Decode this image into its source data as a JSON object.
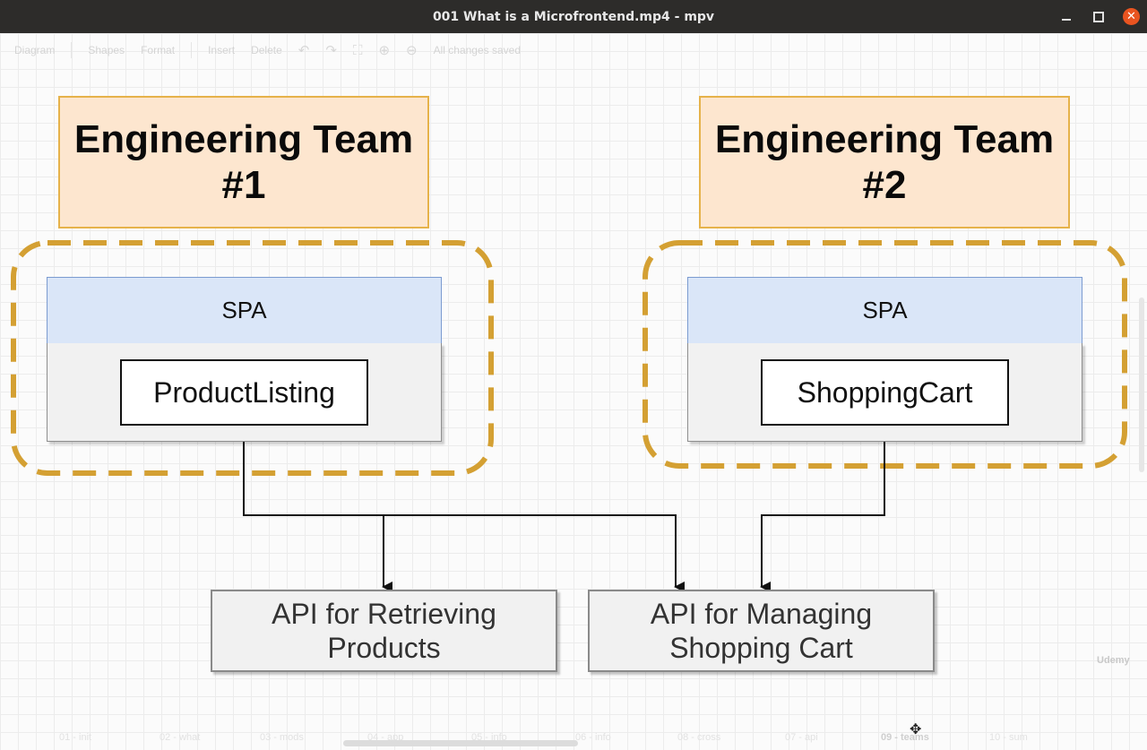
{
  "window": {
    "title": "001 What is a Microfrontend.mp4 - mpv"
  },
  "editor_toolbar": {
    "items": [
      "Diagram",
      "Shapes",
      "Format",
      "Insert",
      "Delete"
    ],
    "status": "All changes saved"
  },
  "diagram": {
    "team1": {
      "title": "Engineering Team\n#1"
    },
    "team2": {
      "title": "Engineering Team\n#2"
    },
    "spa1": {
      "label": "SPA",
      "component": "ProductListing"
    },
    "spa2": {
      "label": "SPA",
      "component": "ShoppingCart"
    },
    "api1": {
      "label": "API for Retrieving\nProducts"
    },
    "api2": {
      "label": "API for Managing\nShopping Cart"
    },
    "colors": {
      "team_fill": "#fde6cf",
      "team_border": "#e6b24a",
      "dashed_group": "#d4a033",
      "spa_header": "#dae6f8",
      "container_fill": "#f1f1f1"
    }
  },
  "page_tabs": [
    "01 - init",
    "02 - what",
    "03 - mods",
    "04 - app",
    "05 - info",
    "06 - info",
    "08 - cross",
    "07 - api",
    "09 - teams",
    "10 - sum"
  ],
  "watermark": "Udemy"
}
